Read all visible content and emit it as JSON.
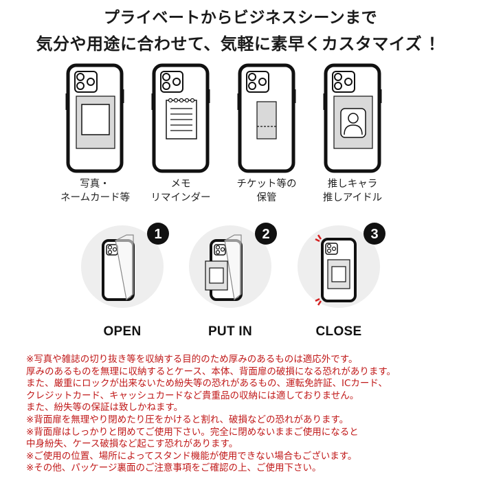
{
  "headline": {
    "line1": "プライベートからビジネスシーンまで",
    "line2": "気分や用途に合わせて、気軽に素早くカスタマイズ ！"
  },
  "use_cases": [
    {
      "icon": "photo-card-icon",
      "line1": "写真・",
      "line2": "ネームカード等"
    },
    {
      "icon": "memo-pad-icon",
      "line1": "メモ",
      "line2": "リマインダー"
    },
    {
      "icon": "ticket-icon",
      "line1": "チケット等の",
      "line2": "保管"
    },
    {
      "icon": "person-portrait-icon",
      "line1": "推しキャラ",
      "line2": "推しアイドル"
    }
  ],
  "steps": [
    {
      "number": "1",
      "label": "OPEN"
    },
    {
      "number": "2",
      "label": "PUT IN"
    },
    {
      "number": "3",
      "label": "CLOSE"
    }
  ],
  "notes": [
    "※写真や雑誌の切り抜き等を収納する目的のため厚みのあるものは適応外です。",
    "厚みのあるものを無理に収納するとケース、本体、背面扉の破損になる恐れがあります。",
    "また、厳重にロックが出来ないため紛失等の恐れがあるもの、運転免許証、ICカード、",
    "クレジットカード、キャッシュカードなど貴重品の収納には適しておりません。",
    "また、紛失等の保証は致しかねます。",
    "※背面扉を無理やり閉めたり圧をかけると割れ、破損などの恐れがあります。",
    "※背面扉はしっかりと閉めてご使用下さい。完全に閉めないままご使用になると",
    "中身紛失、ケース破損など起こす恐れがあります。",
    "※ご使用の位置、場所によってスタンド機能が使用できない場合もございます。",
    "※その他、パッケージ裏面のご注意事項をご確認の上、ご使用下さい。"
  ],
  "colors": {
    "note_red": "#c01818",
    "badge": "#111111",
    "circle_bg": "#eeeeee",
    "frame": "#111111"
  }
}
